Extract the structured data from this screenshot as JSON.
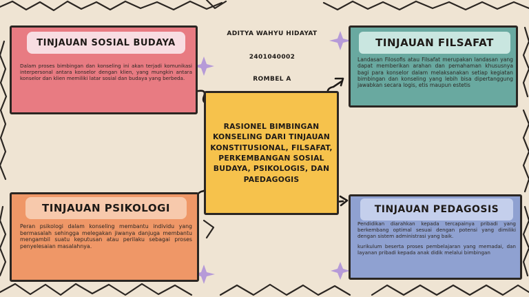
{
  "header": {
    "name": "ADITYA WAHYU HIDAYAT",
    "nim": "2401040002",
    "class": "ROMBEL A"
  },
  "center": {
    "title": "RASIONEL BIMBINGAN KONSELING DARI TINJAUAN KONSTITUSIONAL, FILSAFAT, PERKEMBANGAN SOSIAL BUDAYA, PSIKOLOGIS, DAN PAEDAGOGIS"
  },
  "cards": {
    "sosial": {
      "title": "TINJAUAN SOSIAL BUDAYA",
      "body": "Dalam proses bimbingan dan konseling ini akan terjadi komunikasi interpersonal antara konselor dengan klien, yang mungkin antara konselor dan klien memiliki latar sosial dan budaya yang berbeda."
    },
    "filsafat": {
      "title": "TINJAUAN FILSAFAT",
      "body": "Landasan Filosofis atau Filsafat merupakan landasan yang dapat memberikan arahan dan pemahaman khususnya bagi para konselor dalam melaksanakan setiap kegiatan bimbingan dan konseling yang lebih bisa dipertanggung jawabkan secara logis, etis maupun estetis"
    },
    "psikologi": {
      "title": "TINJAUAN PSIKOLOGI",
      "body": "Peran psikologi dalam konseling membantu individu yang bermasalah sehingga melegakan jiwanya danjuga membantu mengambil suatu keputusan atau perilaku sebagai proses penyelesaian masalahnya."
    },
    "pedagosis": {
      "title": "TINJAUAN PEDAGOSIS",
      "body1": "Pendidikan diarahkan kepada tercapainya pribadi yang berkembang optimal sesuai dengan potensi yang dimiliki dengan sistem administrasi yang baik.",
      "body2": "kurikulum beserta proses pembelajaran yang memadai, dan layanan pribadi kepada anak didik melalui bimbingan"
    }
  },
  "colors": {
    "background": "#efe4d3",
    "sosial": "#e87b82",
    "filsafat": "#69a9a0",
    "psikologi": "#ef9767",
    "pedagosis": "#8fa1d1",
    "center": "#f6c24c",
    "star": "#b69ad8",
    "ink": "#2b2622"
  },
  "icons": [
    "star-icon",
    "arrow-icon",
    "zigzag-border"
  ]
}
